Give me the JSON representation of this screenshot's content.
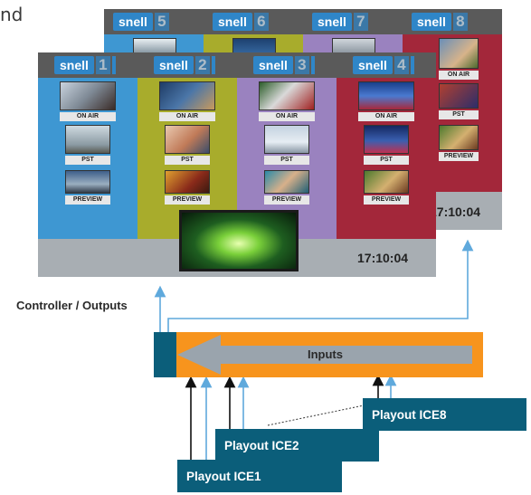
{
  "top_fragment": "nd",
  "back_channels": [
    {
      "logo": "snell",
      "num": "5"
    },
    {
      "logo": "snell",
      "num": "6"
    },
    {
      "logo": "snell",
      "num": "7"
    },
    {
      "logo": "snell",
      "num": "8"
    }
  ],
  "front_channels": [
    {
      "logo": "snell",
      "num": "1",
      "tags": [
        "ON AIR",
        "PST",
        "PREVIEW"
      ]
    },
    {
      "logo": "snell",
      "num": "2",
      "tags": [
        "ON AIR",
        "PST",
        "PREVIEW"
      ]
    },
    {
      "logo": "snell",
      "num": "3",
      "tags": [
        "ON AIR",
        "PST",
        "PREVIEW"
      ]
    },
    {
      "logo": "snell",
      "num": "4",
      "tags": [
        "ON AIR",
        "PST",
        "PREVIEW"
      ]
    }
  ],
  "back_ch8_tags": [
    "ON AIR",
    "PST",
    "PREVIEW"
  ],
  "clock_front": "17:10:04",
  "clock_back": "17:10:04",
  "controller_label": "Controller / Outputs",
  "inputs_label": "Inputs",
  "playouts": [
    "Playout ICE1",
    "Playout ICE2",
    "Playout ICE8"
  ],
  "colors": {
    "blue": "#3e97d2",
    "olive": "#a8ac2c",
    "purple": "#9a82bf",
    "crimson": "#a3273a",
    "orange": "#f7941d",
    "teal": "#0b5e7a",
    "grey": "#a8aeb3",
    "arrow_line": "#7db8e0"
  }
}
